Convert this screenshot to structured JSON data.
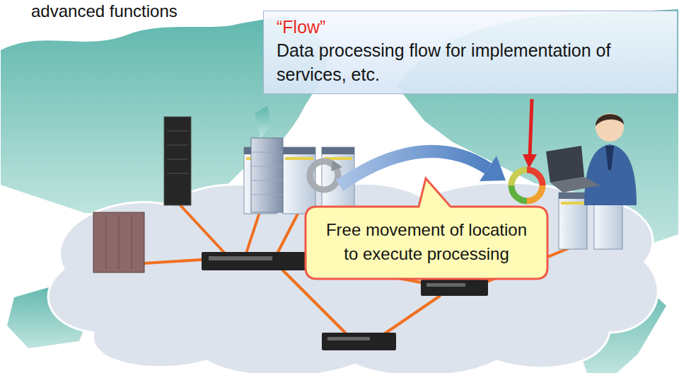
{
  "diagram": {
    "nodes": [
      {
        "text": [
          "“Flow”",
          "Data processing flow for implementation of services, etc."
        ]
      },
      {
        "text": [
          "Free movement of location to execute processing"
        ]
      }
    ],
    "labels": [
      "advanced functions"
    ]
  }
}
